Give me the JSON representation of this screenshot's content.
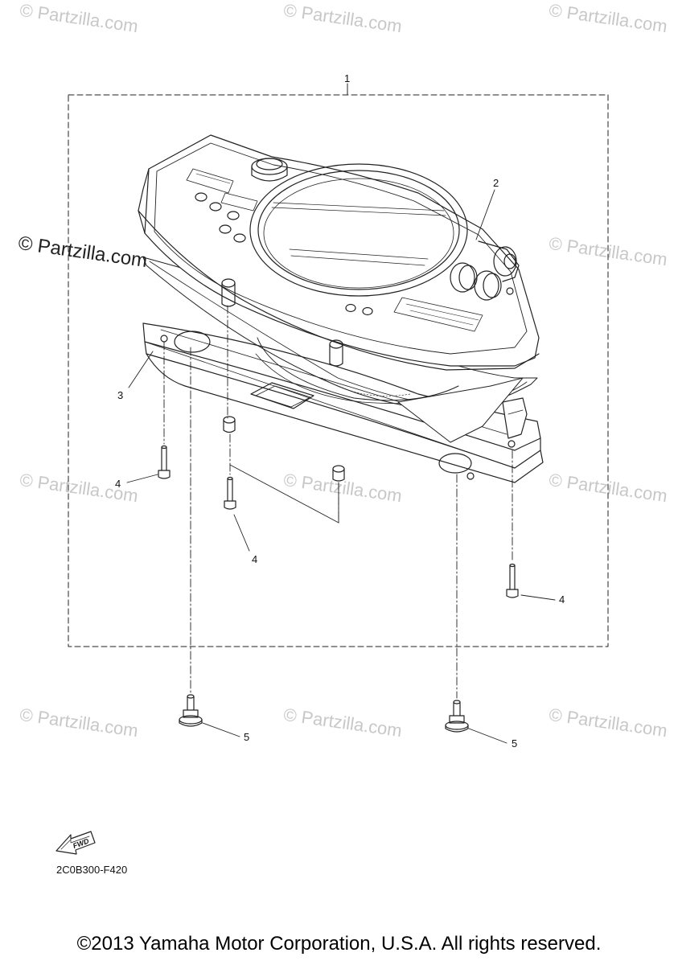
{
  "watermark": {
    "text": "© Partzilla.com",
    "prominent_text": "© Partzilla.com"
  },
  "callouts": {
    "c1": "1",
    "c2": "2",
    "c3": "3",
    "c4a": "4",
    "c4b": "4",
    "c4c": "4",
    "c5a": "5",
    "c5b": "5"
  },
  "fwd_label": "FWD",
  "part_code": "2C0B300-F420",
  "copyright": "©2013 Yamaha Motor Corporation, U.S.A. All rights reserved.",
  "colors": {
    "line": "#222222",
    "watermark": "#c8c8c8",
    "background": "#ffffff"
  }
}
